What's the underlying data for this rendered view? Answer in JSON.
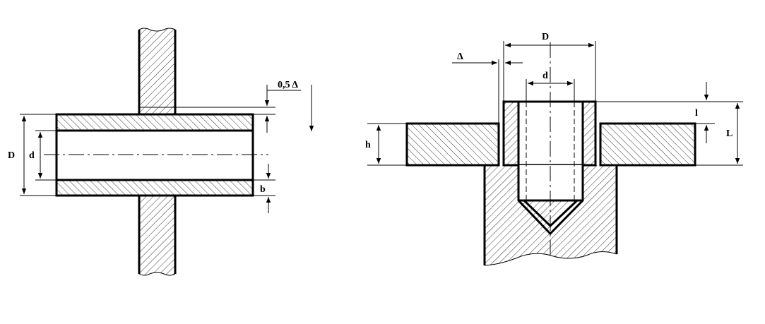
{
  "figure_left": {
    "labels": {
      "outer_diameter": "D",
      "inner_diameter": "d",
      "wall": "b",
      "gap": "0,5 Δ"
    }
  },
  "figure_right": {
    "labels": {
      "outer_diameter": "D",
      "inner_diameter": "d",
      "clearance": "Δ",
      "plate_thickness": "h",
      "protrusion": "l",
      "length": "L"
    }
  }
}
